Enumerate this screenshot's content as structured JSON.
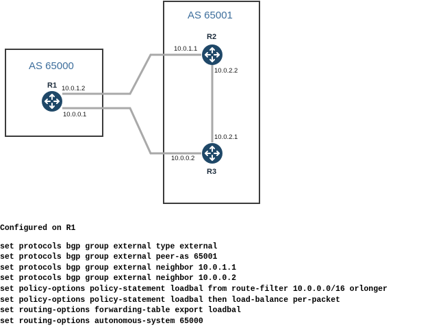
{
  "diagram": {
    "as_left": "AS 65000",
    "as_right": "AS 65001",
    "routers": {
      "r1": {
        "name": "R1"
      },
      "r2": {
        "name": "R2"
      },
      "r3": {
        "name": "R3"
      }
    },
    "ips": {
      "r1_top": "10.0.1.2",
      "r1_bottom": "10.0.0.1",
      "r2_left": "10.0.1.1",
      "r2_bottom": "10.0.2.2",
      "r3_top": "10.0.2.1",
      "r3_left": "10.0.0.2"
    },
    "colors": {
      "as_label": "#3d6e9c",
      "router": "#1f4868",
      "link": "#a9a9a9",
      "box_border": "#3b3b3b"
    }
  },
  "config": {
    "title": "Configured on R1",
    "lines": [
      "set protocols bgp group external type external",
      "set protocols bgp group external peer-as 65001",
      "set protocols bgp group external neighbor 10.0.1.1",
      "set protocols bgp group external neighbor 10.0.0.2",
      "set policy-options policy-statement loadbal from route-filter 10.0.0.0/16 orlonger",
      "set policy-options policy-statement loadbal then load-balance per-packet",
      "set routing-options forwarding-table export loadbal",
      "set routing-options autonomous-system 65000"
    ]
  }
}
